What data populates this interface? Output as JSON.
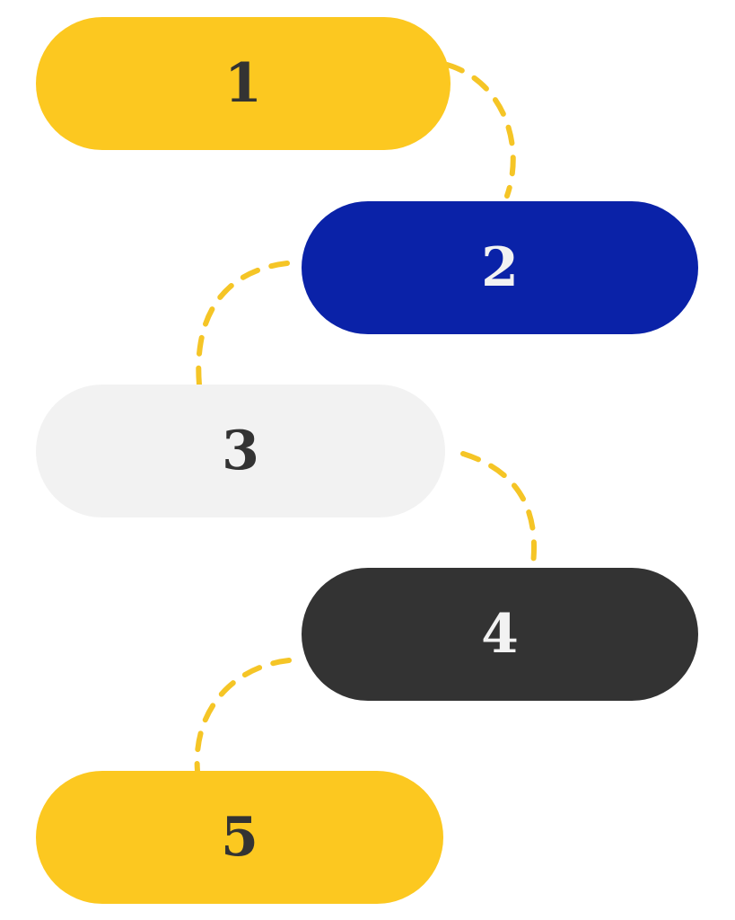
{
  "steps": [
    {
      "label": "1",
      "fill": "#FCC820",
      "text_color": "#333333"
    },
    {
      "label": "2",
      "fill": "#0A22A8",
      "text_color": "#F2F2F2"
    },
    {
      "label": "3",
      "fill": "#F2F2F2",
      "text_color": "#333333"
    },
    {
      "label": "4",
      "fill": "#333333",
      "text_color": "#F2F2F2"
    },
    {
      "label": "5",
      "fill": "#FCC820",
      "text_color": "#333333"
    }
  ],
  "connector_color": "#F5C526"
}
